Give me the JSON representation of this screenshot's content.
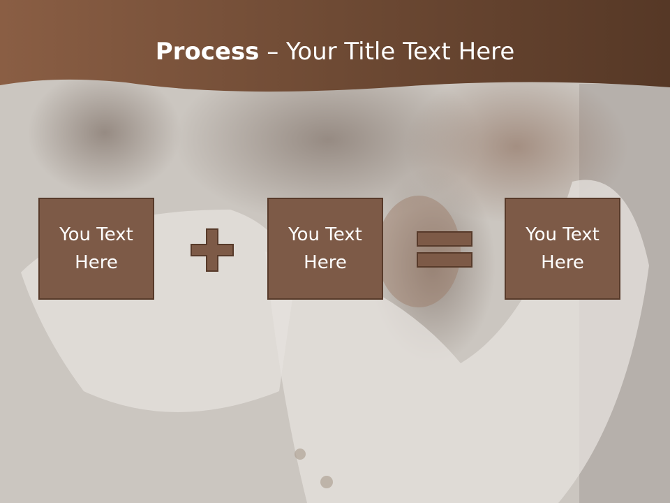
{
  "title": {
    "bold": "Process",
    "rest": " – Your Title Text Here"
  },
  "boxes": [
    {
      "text": "You Text Here"
    },
    {
      "text": "You Text Here"
    },
    {
      "text": "You Text Here"
    }
  ],
  "operators": {
    "first": "plus-icon",
    "second": "equals-icon"
  },
  "colors": {
    "header": "#6e4a34",
    "box_fill": "#7d5a47",
    "box_border": "#573a2a",
    "background": "#cbc6c0"
  }
}
